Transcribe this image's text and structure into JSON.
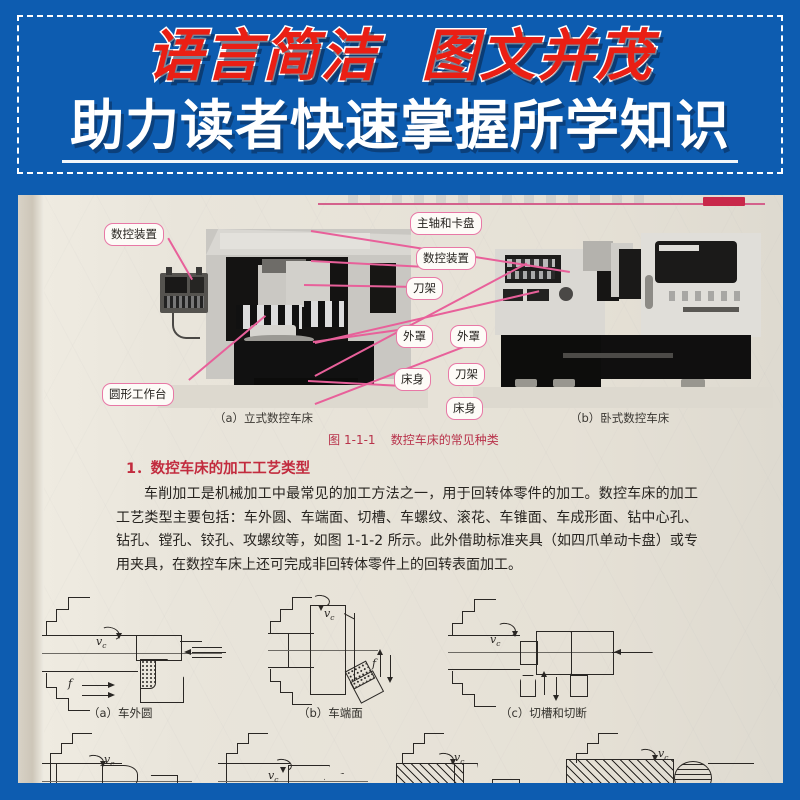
{
  "banner": {
    "title_line1": "语言简洁  图文并茂",
    "title_line2": "助力读者快速掌握所学知识",
    "red": "#ea1f14",
    "blue": "#0d5cb0",
    "white": "#ffffff"
  },
  "book_page": {
    "figure": {
      "caption": "图 1-1-1    数控车床的常见种类",
      "caption_color": "#b8324a",
      "left_photo": {
        "caption": "（a）立式数控车床",
        "callouts": [
          {
            "label": "数控装置"
          },
          {
            "label": "圆形工作台"
          },
          {
            "label": "刀架"
          },
          {
            "label": "外罩"
          },
          {
            "label": "床身"
          }
        ]
      },
      "right_photo": {
        "caption": "（b）卧式数控车床",
        "callouts": [
          {
            "label": "主轴和卡盘"
          },
          {
            "label": "数控装置"
          },
          {
            "label": "外罩"
          },
          {
            "label": "刀架"
          },
          {
            "label": "床身"
          }
        ]
      },
      "callout_border_color": "#e878a6",
      "leader_color": "#e8609a"
    },
    "section": {
      "heading": "1．数控车床的加工工艺类型",
      "heading_color": "#c22b3e",
      "paragraph": "车削加工是机械加工中最常见的加工方法之一，用于回转体零件的加工。数控车床的加工工艺类型主要包括：车外圆、车端面、切槽、车螺纹、滚花、车锥面、车成形面、钻中心孔、钻孔、镗孔、铰孔、攻螺纹等，如图 1-1-2 所示。此外借助标准夹具（如四爪单动卡盘）或专用夹具，在数控车床上还可完成非回转体零件上的回转表面加工。"
    },
    "diagrams_row1": [
      {
        "caption": "（a）车外圆",
        "speed_label": "v",
        "speed_sub": "c",
        "feed_label": "f"
      },
      {
        "caption": "（b）车端面",
        "speed_label": "v",
        "speed_sub": "c",
        "feed_label": "f"
      },
      {
        "caption": "（c）切槽和切断",
        "speed_label": "v",
        "speed_sub": "c",
        "feed_label": ""
      }
    ],
    "diagrams_row2": [
      {
        "speed_label": "v",
        "speed_sub": "c"
      },
      {
        "speed_label": "v",
        "speed_sub": "c"
      },
      {
        "speed_label": "v",
        "speed_sub": "c"
      },
      {
        "speed_label": "v",
        "speed_sub": "c"
      }
    ]
  }
}
